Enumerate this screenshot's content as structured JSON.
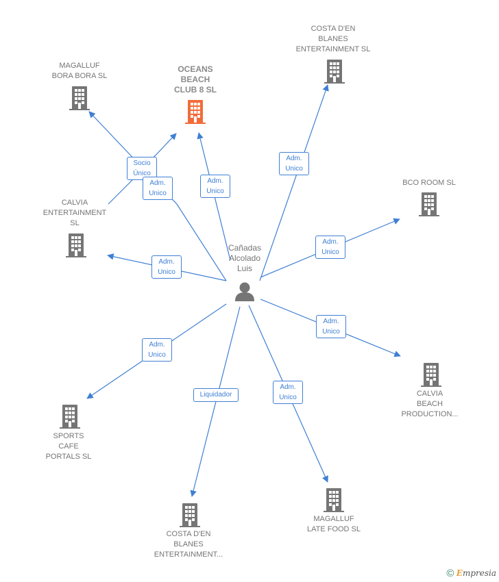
{
  "center": {
    "name": "Cañadas\nAlcolado\nLuis",
    "icon": "person-icon"
  },
  "companies": [
    {
      "id": "oceans",
      "name": "OCEANS\nBEACH\nCLUB 8  SL",
      "icon": "building-icon",
      "main": true
    },
    {
      "id": "magalluf-bora",
      "name": "MAGALLUF\nBORA BORA SL",
      "icon": "building-icon"
    },
    {
      "id": "costa-top",
      "name": "COSTA D'EN\nBLANES\nENTERTAINMENT SL",
      "icon": "building-icon"
    },
    {
      "id": "bco-room",
      "name": "BCO ROOM  SL",
      "icon": "building-icon"
    },
    {
      "id": "calvia-ent",
      "name": "CALVIA\nENTERTAINMENT\nSL",
      "icon": "building-icon"
    },
    {
      "id": "calvia-beach",
      "name": "CALVIA\nBEACH\nPRODUCTION...",
      "icon": "building-icon"
    },
    {
      "id": "sports",
      "name": "SPORTS\nCAFE\nPORTALS  SL",
      "icon": "building-icon"
    },
    {
      "id": "costa-bottom",
      "name": "COSTA D'EN\nBLANES\nENTERTAINMENT...",
      "icon": "building-icon"
    },
    {
      "id": "magalluf-late",
      "name": "MAGALLUF\nLATE FOOD SL",
      "icon": "building-icon"
    }
  ],
  "relations": [
    {
      "from": "calvia-ent",
      "to": "oceans",
      "label": "Socio\nÚnico"
    },
    {
      "from": "center",
      "to": "magalluf-bora",
      "label": "Adm.\nUnico"
    },
    {
      "from": "center",
      "to": "oceans",
      "label": "Adm.\nUnico"
    },
    {
      "from": "center",
      "to": "costa-top",
      "label": "Adm.\nUnico"
    },
    {
      "from": "center",
      "to": "bco-room",
      "label": "Adm.\nUnico"
    },
    {
      "from": "center",
      "to": "calvia-ent",
      "label": "Adm.\nUnico"
    },
    {
      "from": "center",
      "to": "calvia-beach",
      "label": "Adm.\nUnico"
    },
    {
      "from": "center",
      "to": "sports",
      "label": "Adm.\nUnico"
    },
    {
      "from": "center",
      "to": "costa-bottom",
      "label": "Liquidador"
    },
    {
      "from": "center",
      "to": "magalluf-late",
      "label": "Adm.\nUnico"
    }
  ],
  "colors": {
    "edge": "#3f7fd4",
    "building": "#757575",
    "main_building": "#f26b3a",
    "person": "#757575"
  },
  "footer": {
    "copyright": "©",
    "brand_initial": "E",
    "brand_rest": "mpresia"
  }
}
